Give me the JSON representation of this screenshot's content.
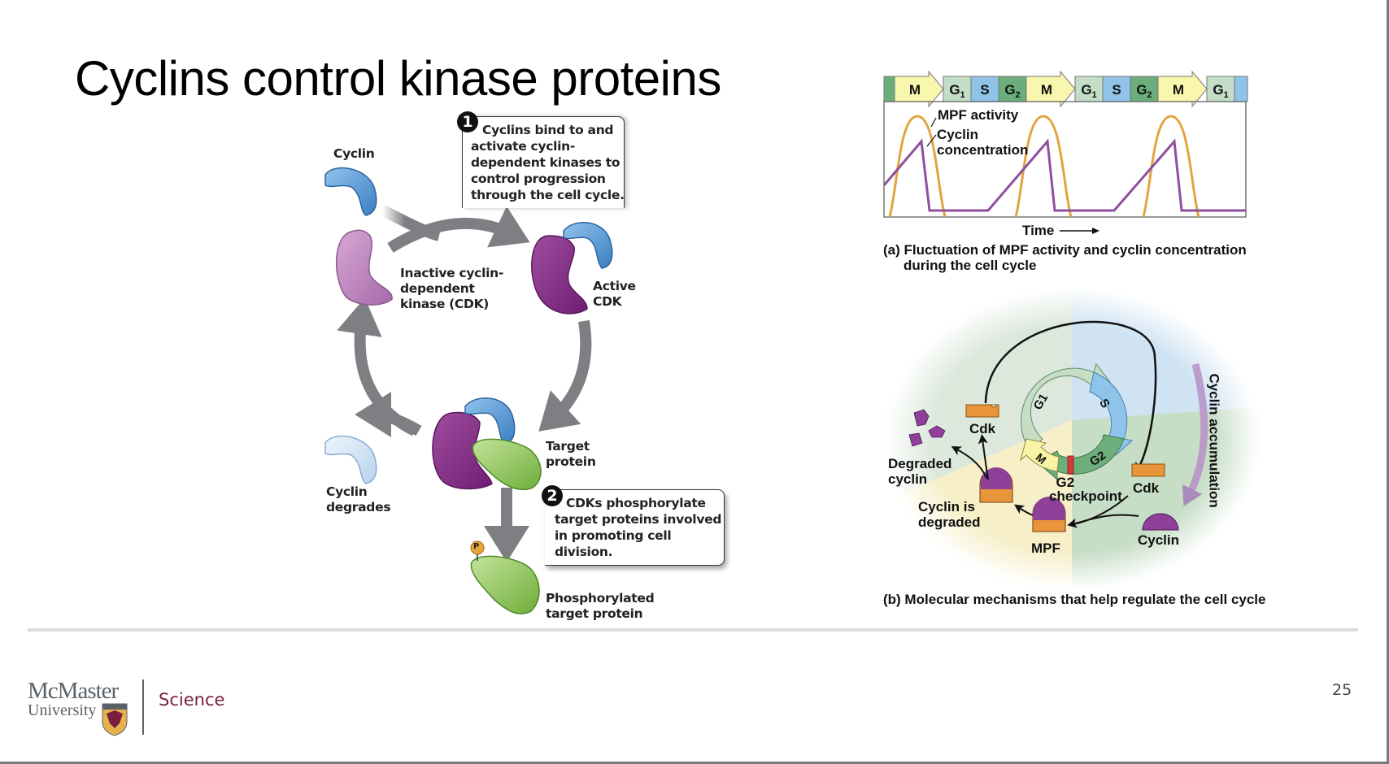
{
  "slide": {
    "title": "Cyclins control kinase proteins",
    "page_number": "25"
  },
  "left_diagram": {
    "labels": {
      "cyclin": "Cyclin",
      "inactive_cdk": [
        "Inactive cyclin-",
        "dependent",
        "kinase (CDK)"
      ],
      "active_cdk": [
        "Active",
        "CDK"
      ],
      "target_protein": [
        "Target",
        "protein"
      ],
      "cyclin_degrades": [
        "Cyclin",
        "degrades"
      ],
      "phosphorylated": [
        "Phosphorylated",
        "target protein"
      ],
      "phosphate": "P"
    },
    "callout1": {
      "number": "1",
      "lines": [
        "Cyclins bind to and",
        "activate cyclin-",
        "dependent kinases to",
        "control progression",
        "through the cell cycle."
      ]
    },
    "callout2": {
      "number": "2",
      "lines": [
        "CDKs phosphorylate",
        "target proteins involved",
        "in promoting cell",
        "division."
      ]
    }
  },
  "graph_a": {
    "phases": [
      "G2",
      "M",
      "G1",
      "S",
      "G2",
      "M",
      "G1",
      "S",
      "G2",
      "M",
      "G1",
      "S"
    ],
    "phase_colors": {
      "G1": "#c4ddc6",
      "S": "#8fc3e8",
      "G2": "#6cae7b",
      "M": "#f9f6ae"
    },
    "legend_mpf": "MPF activity",
    "legend_cyclin": [
      "Cyclin",
      "concentration"
    ],
    "xlabel": "Time",
    "caption": [
      "(a) Fluctuation of MPF activity and cyclin concentration",
      "during the cell cycle"
    ],
    "series_colors": {
      "mpf": "#e3a43f",
      "cyclin": "#8e4f9e"
    }
  },
  "diagram_b": {
    "wheel": {
      "g1": "G1",
      "s": "S",
      "g2": "G2",
      "m": "M"
    },
    "labels": {
      "cdk_top": "Cdk",
      "cdk_right": "Cdk",
      "degraded_cyclin": [
        "Degraded",
        "cyclin"
      ],
      "cyclin_is_degraded": [
        "Cyclin is",
        "degraded"
      ],
      "checkpoint": [
        "G2",
        "checkpoint"
      ],
      "mpf": "MPF",
      "cyclin": "Cyclin",
      "cyclin_accumulation": "Cyclin accumulation"
    },
    "caption": "(b) Molecular mechanisms that help regulate the cell cycle"
  },
  "footer": {
    "logo_line1": "McMaster",
    "logo_line2": "University",
    "faculty": "Science"
  }
}
